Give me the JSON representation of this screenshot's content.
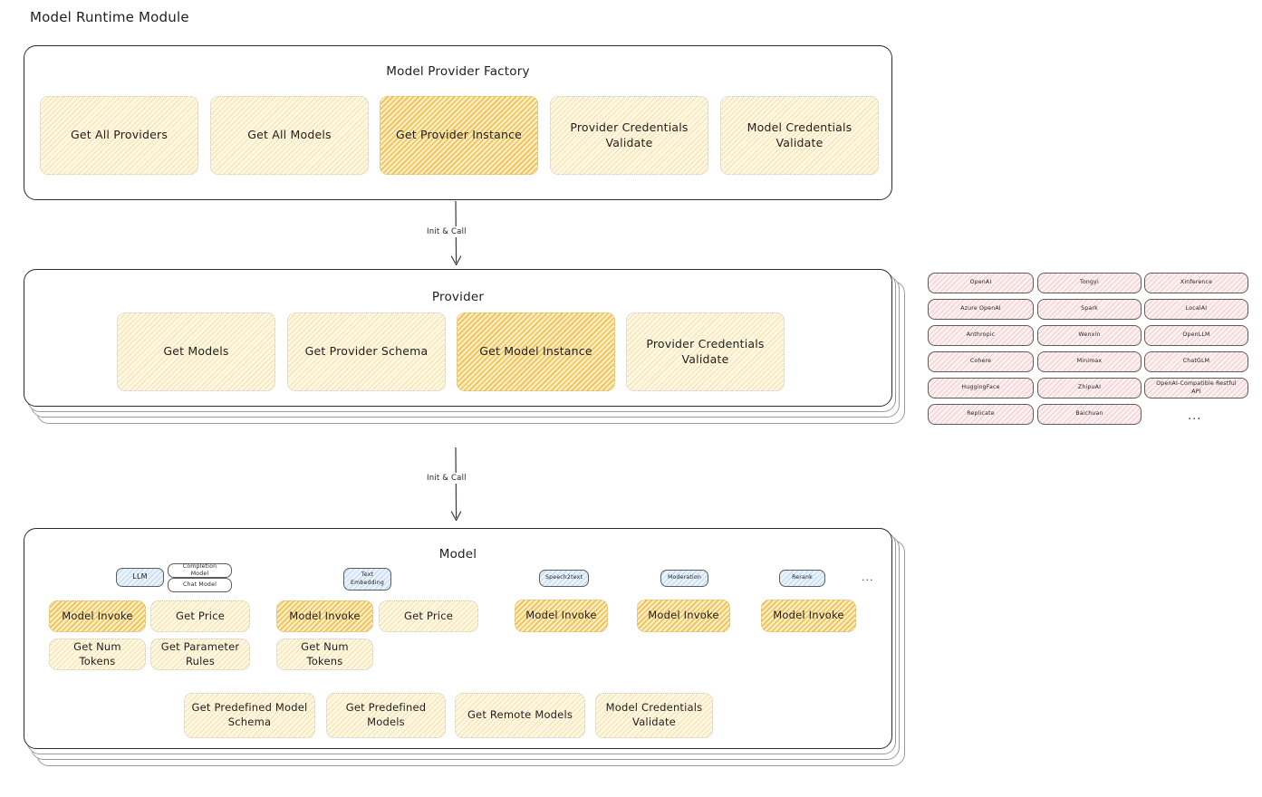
{
  "page": {
    "title": "Model Runtime Module"
  },
  "factory": {
    "title": "Model Provider Factory",
    "items": [
      {
        "label": "Get All Providers",
        "style": "yellow"
      },
      {
        "label": "Get All Models",
        "style": "yellow"
      },
      {
        "label": "Get Provider Instance",
        "style": "orange"
      },
      {
        "label": "Provider Credentials Validate",
        "style": "yellow"
      },
      {
        "label": "Model Credentials Validate",
        "style": "yellow"
      }
    ]
  },
  "arrows": [
    {
      "label": "Init & Call"
    },
    {
      "label": "Init & Call"
    }
  ],
  "provider": {
    "title": "Provider",
    "items": [
      {
        "label": "Get Models",
        "style": "yellow"
      },
      {
        "label": "Get Provider Schema",
        "style": "yellow"
      },
      {
        "label": "Get Model Instance",
        "style": "orange"
      },
      {
        "label": "Provider Credentials Validate",
        "style": "yellow"
      }
    ]
  },
  "provider_list": {
    "columns": [
      [
        "OpenAI",
        "Azure OpenAI",
        "Anthropic",
        "Cohere",
        "HuggingFace",
        "Replicate"
      ],
      [
        "Tongyi",
        "Spark",
        "Wenxin",
        "Minimax",
        "ZhipuAI",
        "Baichuan"
      ],
      [
        "Xinference",
        "LocalAI",
        "OpenLLM",
        "ChatGLM",
        "OpenAI-Compatible Restful API"
      ]
    ],
    "more": "..."
  },
  "model": {
    "title": "Model",
    "more": "...",
    "types": [
      {
        "name": "LLM",
        "sub": [
          "Completion Model",
          "Chat Model"
        ],
        "methods": [
          {
            "label": "Model Invoke",
            "style": "orange"
          },
          {
            "label": "Get Price",
            "style": "yellow"
          },
          {
            "label": "Get Num Tokens",
            "style": "yellow"
          },
          {
            "label": "Get Parameter Rules",
            "style": "yellow"
          }
        ]
      },
      {
        "name": "Text Embedding",
        "sub": [],
        "methods": [
          {
            "label": "Model Invoke",
            "style": "orange"
          },
          {
            "label": "Get Price",
            "style": "yellow"
          },
          {
            "label": "Get Num Tokens",
            "style": "yellow"
          }
        ]
      },
      {
        "name": "Speech2text",
        "sub": [],
        "methods": [
          {
            "label": "Model Invoke",
            "style": "orange"
          }
        ]
      },
      {
        "name": "Moderation",
        "sub": [],
        "methods": [
          {
            "label": "Model Invoke",
            "style": "orange"
          }
        ]
      },
      {
        "name": "Rerank",
        "sub": [],
        "methods": [
          {
            "label": "Model Invoke",
            "style": "orange"
          }
        ]
      }
    ],
    "shared_methods": [
      {
        "label": "Get Predefined Model Schema",
        "style": "yellow"
      },
      {
        "label": "Get Predefined Models",
        "style": "yellow"
      },
      {
        "label": "Get Remote Models",
        "style": "yellow"
      },
      {
        "label": "Model Credentials Validate",
        "style": "yellow"
      }
    ]
  }
}
